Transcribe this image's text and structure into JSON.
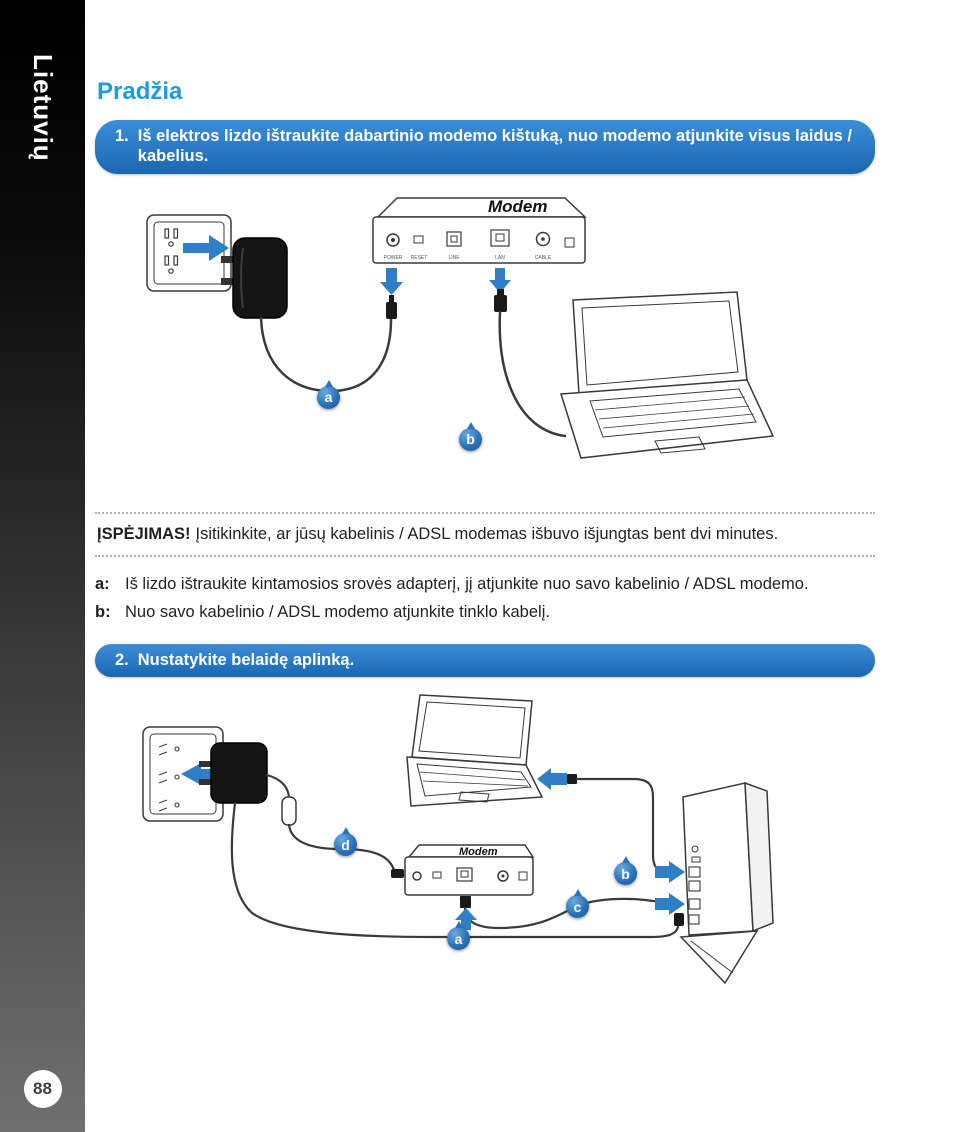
{
  "sidebar": {
    "language_label": "Lietuvių",
    "page_number": "88"
  },
  "page_title": "Pradžia",
  "steps": [
    {
      "number": "1.",
      "text": "Iš elektros lizdo ištraukite dabartinio modemo kištuką, nuo modemo atjunkite visus laidus / kabelius."
    },
    {
      "number": "2.",
      "text": "Nustatykite belaidę aplinką."
    }
  ],
  "warning": {
    "title": "ĮSPĖJIMAS!",
    "text": "Įsitikinkite, ar jūsų kabelinis / ADSL modemas išbuvo išjungtas bent dvi minutes."
  },
  "instructions": [
    {
      "key": "a:",
      "text": "Iš lizdo ištraukite kintamosios srovės adapterį, jį atjunkite nuo savo kabelinio / ADSL modemo."
    },
    {
      "key": "b:",
      "text": "Nuo savo kabelinio / ADSL modemo atjunkite tinklo kabelį."
    }
  ],
  "figure1": {
    "modem_label": "Modem",
    "port_labels": [
      "POWER",
      "RESET",
      "LINE",
      "LAN",
      "CABLE"
    ],
    "callouts": [
      "a",
      "b"
    ]
  },
  "figure2": {
    "modem_label": "Modem",
    "callouts": [
      "a",
      "b",
      "c",
      "d"
    ]
  },
  "colors": {
    "banner_blue_top": "#3c8ed8",
    "banner_blue_bottom": "#1b66b1",
    "title_blue": "#1e9cd7",
    "callout_blue": "#2b72b8",
    "arrow_blue": "#2e7fc6"
  }
}
